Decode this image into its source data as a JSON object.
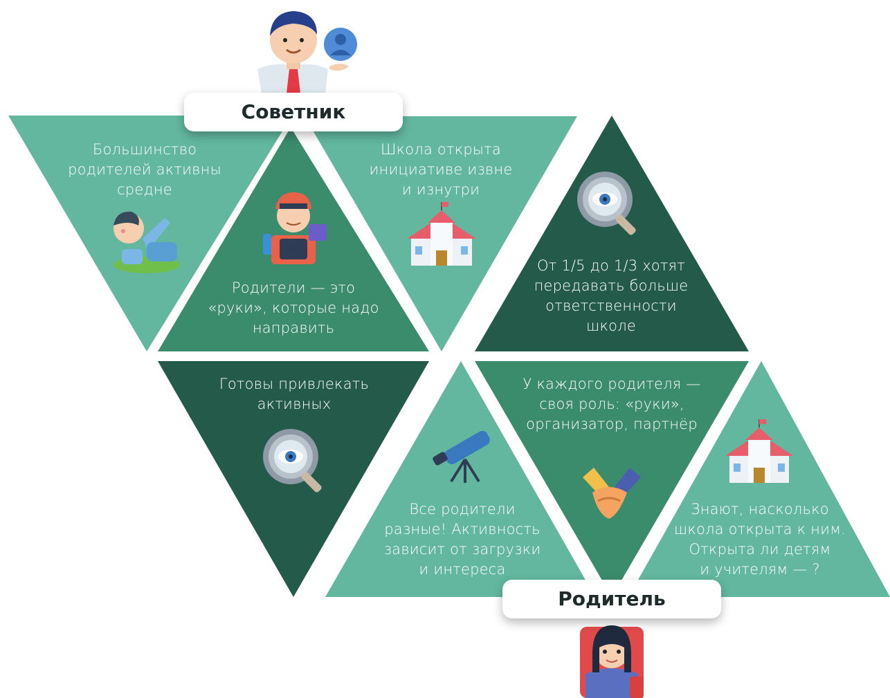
{
  "colors": {
    "light": "#62b79e",
    "mid": "#3b8b6d",
    "dark": "#235a4a"
  },
  "roles": {
    "advisor": "Советник",
    "parent": "Родитель"
  },
  "triangles": [
    {
      "lines": [
        "Большинство",
        "родителей активны",
        "средне"
      ],
      "tone": "light"
    },
    {
      "lines": [
        "Родители — это",
        "«руки», которые надо",
        "направить"
      ],
      "tone": "mid"
    },
    {
      "lines": [
        "Школа открыта",
        "инициативе извне",
        "и изнутри"
      ],
      "tone": "light"
    },
    {
      "lines": [
        "От 1/5 до 1/3 хотят",
        "передавать больше",
        "ответственности",
        "школе"
      ],
      "tone": "dark"
    },
    {
      "lines": [
        "Готовы привлекать",
        "активных"
      ],
      "tone": "dark"
    },
    {
      "lines": [
        "Все родители",
        "разные! Активность",
        "зависит от загрузки",
        "и интереса"
      ],
      "tone": "light"
    },
    {
      "lines": [
        "У каждого родителя —",
        "своя роль: «руки»,",
        "организатор, партнёр"
      ],
      "tone": "mid"
    },
    {
      "lines": [
        "Знают, насколько",
        "школа открыта к ним.",
        "Открыта ли детям",
        "и учителям — ?"
      ],
      "tone": "light"
    }
  ],
  "icons": [
    "advisor-man-icon",
    "user-avatar-icon",
    "child-exercise-icon",
    "worker-tools-icon",
    "school-building-icon",
    "gear-eye-magnifier-icon",
    "telescope-icon",
    "handshake-pens-icon",
    "parent-woman-icon"
  ]
}
